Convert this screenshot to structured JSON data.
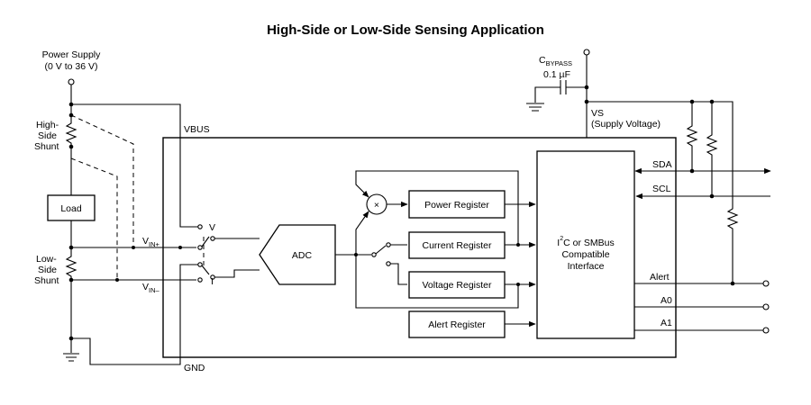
{
  "title": "High-Side or Low-Side Sensing Application",
  "power_supply": {
    "label": "Power Supply",
    "range": "(0 V to 36 V)"
  },
  "shunts": {
    "high_side": [
      "High-",
      "Side",
      "Shunt"
    ],
    "low_side": [
      "Low-",
      "Side",
      "Shunt"
    ]
  },
  "load_label": "Load",
  "bypass": {
    "cap_main": "C",
    "cap_sub": "BYPASS",
    "value": "0.1 µF"
  },
  "pins": {
    "vbus": "VBUS",
    "gnd": "GND",
    "vin_plus_main": "V",
    "vin_plus_sub": "IN+",
    "vin_minus_main": "V",
    "vin_minus_sub": "IN–",
    "vs": "VS",
    "vs_desc": "(Supply Voltage)",
    "sda": "SDA",
    "scl": "SCL",
    "alert": "Alert",
    "a0": "A0",
    "a1": "A1"
  },
  "mux": {
    "v": "V",
    "i": "I"
  },
  "blocks": {
    "adc": "ADC",
    "multiplier": "×",
    "power_register": "Power Register",
    "current_register": "Current Register",
    "voltage_register": "Voltage Register",
    "alert_register": "Alert Register",
    "interface_sup": "2",
    "interface_l1_pre": "I",
    "interface_l1_post": "C or SMBus",
    "interface_l2": "Compatible",
    "interface_l3": "Interface"
  }
}
